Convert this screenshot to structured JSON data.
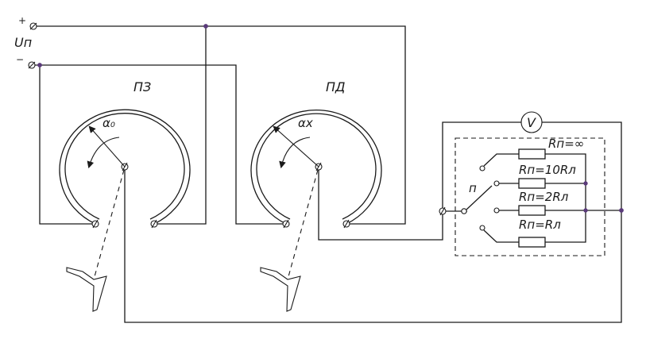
{
  "colors": {
    "wire": "#1a1a1a",
    "junction": "#5a3a7a",
    "background": "#ffffff"
  },
  "labels": {
    "plus": "+",
    "minus": "−",
    "supply": "Uп",
    "gauge_left": "ПЗ",
    "gauge_right": "ПД",
    "angle_left": "α₀",
    "angle_right": "αх",
    "voltmeter": "V",
    "switch": "п",
    "r_inf": "Rп=∞",
    "r_10": "Rп=10Rл",
    "r_2": "Rп=2Rл",
    "r_1": "Rп=Rл"
  },
  "icons": {
    "terminal": "terminal-circle-icon",
    "voltmeter": "voltmeter-icon"
  }
}
